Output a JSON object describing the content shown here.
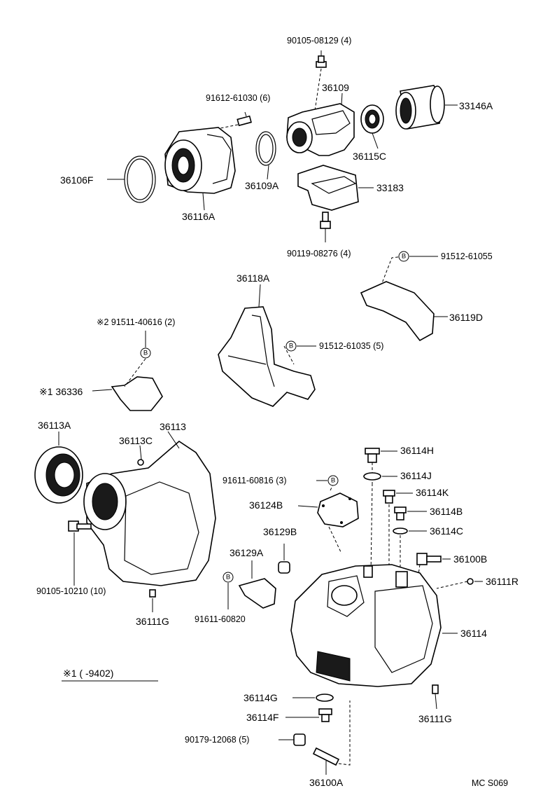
{
  "diagram": {
    "code": "MC S069",
    "note": "※1 (   -9402)"
  },
  "callout_symbol": "B",
  "parts": {
    "p90105_08129": "90105-08129 (4)",
    "p36109": "36109",
    "p91612_61030": "91612-61030 (6)",
    "p33146A": "33146A",
    "p36115C": "36115C",
    "p36106F": "36106F",
    "p36109A": "36109A",
    "p33183": "33183",
    "p36116A": "36116A",
    "p90119_08276": "90119-08276 (4)",
    "p91512_61055": "91512-61055",
    "p36118A": "36118A",
    "p36119D": "36119D",
    "p91511_40616": "※2 91511-40616 (2)",
    "p91512_61035": "91512-61035 (5)",
    "p36336": "※1 36336",
    "p36113A": "36113A",
    "p36113": "36113",
    "p36113C": "36113C",
    "p36114H": "36114H",
    "p36114J": "36114J",
    "p91611_60816": "91611-60816 (3)",
    "p36114K": "36114K",
    "p36124B": "36124B",
    "p36114B": "36114B",
    "p36129B": "36129B",
    "p36114C": "36114C",
    "p36129A": "36129A",
    "p36100B": "36100B",
    "p90105_10210": "90105-10210 (10)",
    "p36111R": "36111R",
    "p36111G_left": "36111G",
    "p91611_60820": "91611-60820",
    "p36114": "36114",
    "p36114G": "36114G",
    "p36111G_right": "36111G",
    "p36114F": "36114F",
    "p90179_12068": "90179-12068 (5)",
    "p36100A": "36100A"
  }
}
